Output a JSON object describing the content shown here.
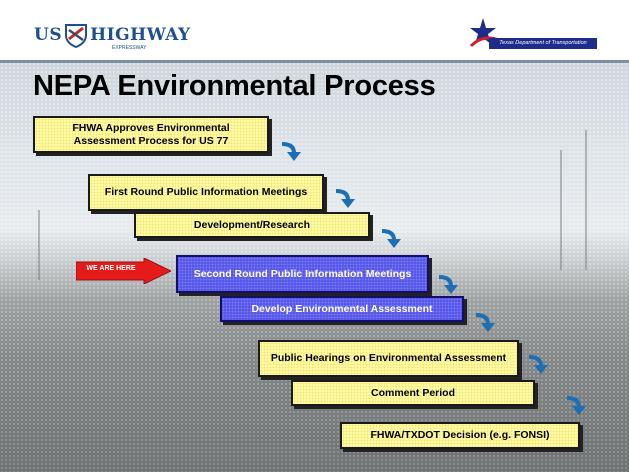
{
  "header": {
    "logo_left": {
      "prefix": "US",
      "main": "HIGHWAY",
      "sub": "EXPRESSWAY",
      "icon": "us-highway-shield-icon"
    },
    "logo_right": {
      "icon": "txdot-star-icon",
      "bar_text": "Texas Department of Transportation"
    }
  },
  "title": "NEPA Environmental Process",
  "steps": [
    {
      "label": "FHWA Approves Environmental Assessment Process for US 77",
      "style": "yellow"
    },
    {
      "label": "First Round Public Information Meetings",
      "style": "yellow"
    },
    {
      "label": "Development/Research",
      "style": "yellow"
    },
    {
      "label": "Second Round Public Information Meetings",
      "style": "blue"
    },
    {
      "label": "Develop Environmental Assessment",
      "style": "blue"
    },
    {
      "label": "Public Hearings on Environmental Assessment",
      "style": "yellow"
    },
    {
      "label": "Comment Period",
      "style": "yellow"
    },
    {
      "label": "FHWA/TXDOT Decision (e.g. FONSI)",
      "style": "yellow"
    }
  ],
  "marker": {
    "label": "WE ARE HERE",
    "color": "#e51b1b",
    "points_to_step": 4
  },
  "colors": {
    "current_step": "#5757ea",
    "other_step": "#fffaa0",
    "connector": "#1c6fb4"
  }
}
